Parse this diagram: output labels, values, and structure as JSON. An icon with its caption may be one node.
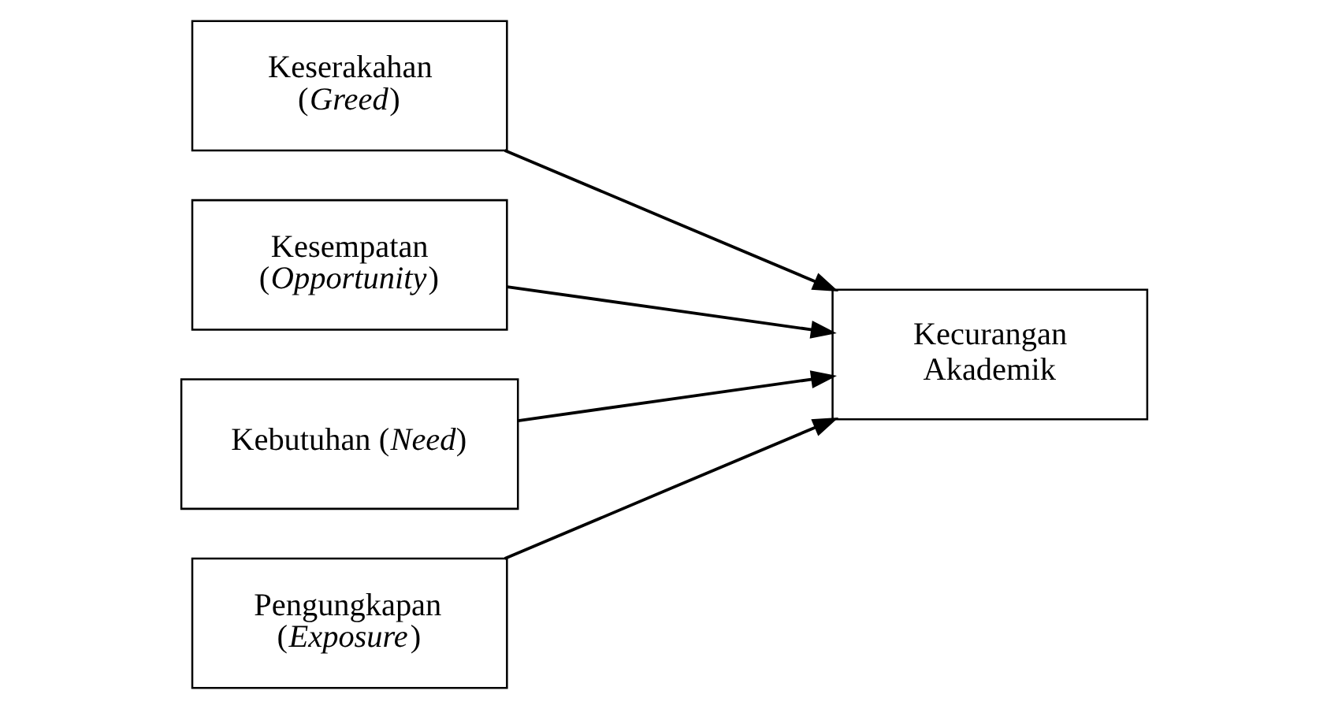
{
  "diagram": {
    "nodes": [
      {
        "text": [
          "Keserakahan (*Greed*)"
        ]
      },
      {
        "text": [
          "Kesempatan (*Opportunity*)"
        ]
      },
      {
        "text": [
          "Kebutuhan (*Need*)"
        ]
      },
      {
        "text": [
          "Pengungkapan (*Exposure*)"
        ]
      },
      {
        "text": [
          "Kecurangan Akademik"
        ]
      }
    ],
    "edges": [
      {
        "from": 0,
        "to": 4,
        "arrow": "to"
      },
      {
        "from": 1,
        "to": 4,
        "arrow": "to"
      },
      {
        "from": 2,
        "to": 4,
        "arrow": "to"
      },
      {
        "from": 3,
        "to": 4,
        "arrow": "to"
      }
    ]
  }
}
